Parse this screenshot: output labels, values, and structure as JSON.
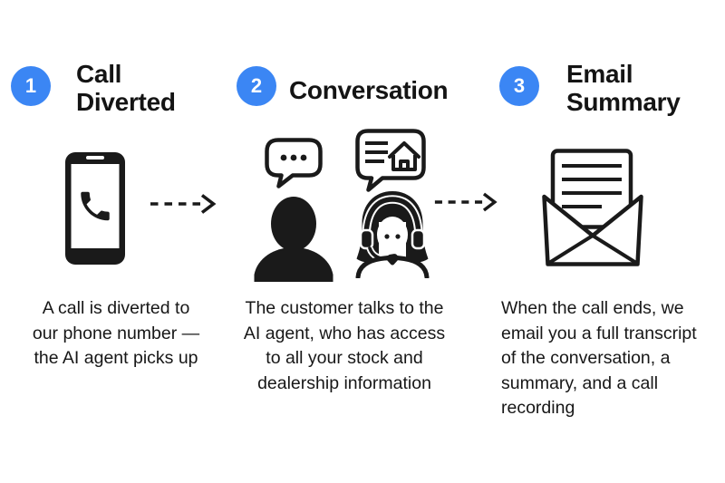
{
  "theme": {
    "background": "#ffffff",
    "accent_blue": "#3b86f4",
    "ink": "#1a1a1a"
  },
  "diagram": {
    "type": "process-flow",
    "direction": "left-to-right"
  },
  "steps": [
    {
      "number": "1",
      "title": "Call\nDiverted",
      "icon": "smartphone-call-icon",
      "description": "A call is diverted to\nour phone number —\nthe AI agent picks up"
    },
    {
      "number": "2",
      "title": "Conversation",
      "icon": "customer-and-ai-agent-chat-icon",
      "description": "The customer talks to the\nAI agent, who has access\nto all your stock and\ndealership information"
    },
    {
      "number": "3",
      "title": "Email\nSummary",
      "icon": "open-envelope-transcript-icon",
      "description": "When the call ends, we\nemail you a full transcript\nof the conversation, a\nsummary, and a call\nrecording"
    }
  ],
  "connectors": [
    {
      "from": "1",
      "to": "2",
      "style": "dashed-arrow"
    },
    {
      "from": "2",
      "to": "3",
      "style": "dashed-arrow"
    }
  ]
}
